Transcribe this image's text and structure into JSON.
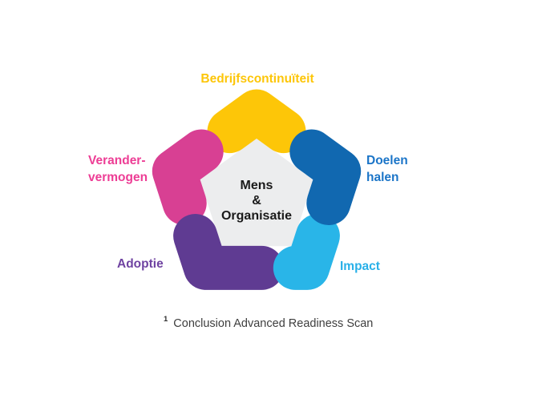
{
  "background_color": "#FFFFFF",
  "diagram": {
    "name": "Pentagon readiness diagram",
    "center": {
      "lines": [
        "Mens",
        "&",
        "Organisatie"
      ],
      "bg_color": "#ECEDEE",
      "text_color": "#1A1A1A"
    },
    "segments": [
      {
        "id": "bedrijfscontinuiteit",
        "position": "top",
        "label": "Bedrijfscontinuïteit",
        "band_color": "#FDC608",
        "label_color": "#FDC608"
      },
      {
        "id": "doelen-halen",
        "position": "upper-right",
        "label": "Doelen halen",
        "label_line1": "Doelen",
        "label_line2": "halen",
        "band_color": "#1168B0",
        "label_color": "#1B75C8"
      },
      {
        "id": "impact",
        "position": "lower-right",
        "label": "Impact",
        "band_color": "#29B5E8",
        "label_color": "#29B0E8"
      },
      {
        "id": "adoptie",
        "position": "lower-left",
        "label": "Adoptie",
        "band_color": "#5F3B92",
        "label_color": "#6F43A1"
      },
      {
        "id": "verander-vermogen",
        "position": "upper-left",
        "label": "Verander-vermogen",
        "label_line1": "Verander-",
        "label_line2": "vermogen",
        "band_color": "#D84093",
        "label_color": "#ED3D95"
      }
    ]
  },
  "caption": {
    "superscript": "1",
    "text": "Conclusion Advanced Readiness Scan"
  }
}
